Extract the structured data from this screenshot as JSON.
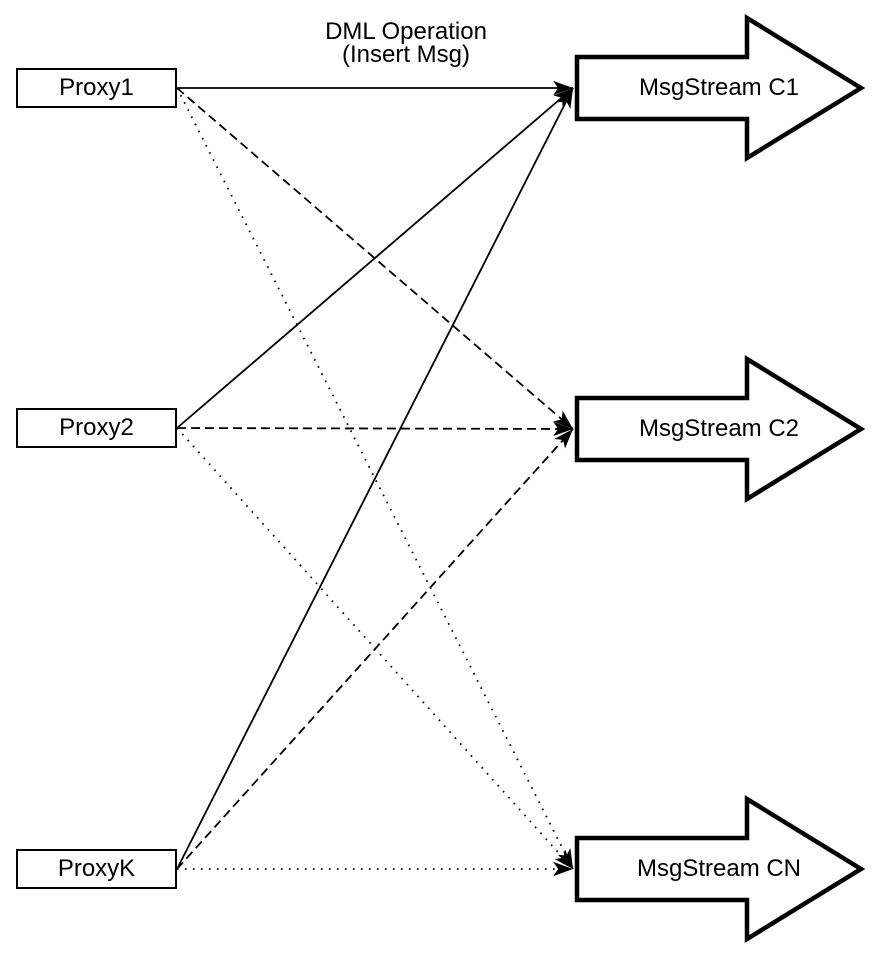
{
  "diagram": {
    "annotation": {
      "line1": "DML Operation",
      "line2": "(Insert Msg)"
    },
    "proxies": [
      {
        "id": "proxy1",
        "label": "Proxy1"
      },
      {
        "id": "proxy2",
        "label": "Proxy2"
      },
      {
        "id": "proxyK",
        "label": "ProxyK"
      }
    ],
    "streams": [
      {
        "id": "c1",
        "label": "MsgStream C1"
      },
      {
        "id": "c2",
        "label": "MsgStream C2"
      },
      {
        "id": "cn",
        "label": "MsgStream CN"
      }
    ],
    "edges": [
      {
        "from": "proxy1",
        "to": "c1",
        "style": "solid"
      },
      {
        "from": "proxy2",
        "to": "c1",
        "style": "solid"
      },
      {
        "from": "proxyK",
        "to": "c1",
        "style": "solid"
      },
      {
        "from": "proxy1",
        "to": "c2",
        "style": "dashed"
      },
      {
        "from": "proxy2",
        "to": "c2",
        "style": "dashed"
      },
      {
        "from": "proxyK",
        "to": "c2",
        "style": "dashed"
      },
      {
        "from": "proxy1",
        "to": "cn",
        "style": "dotted"
      },
      {
        "from": "proxy2",
        "to": "cn",
        "style": "dotted"
      },
      {
        "from": "proxyK",
        "to": "cn",
        "style": "dotted"
      }
    ],
    "colors": {
      "stroke": "#000000",
      "fill": "#ffffff"
    }
  }
}
